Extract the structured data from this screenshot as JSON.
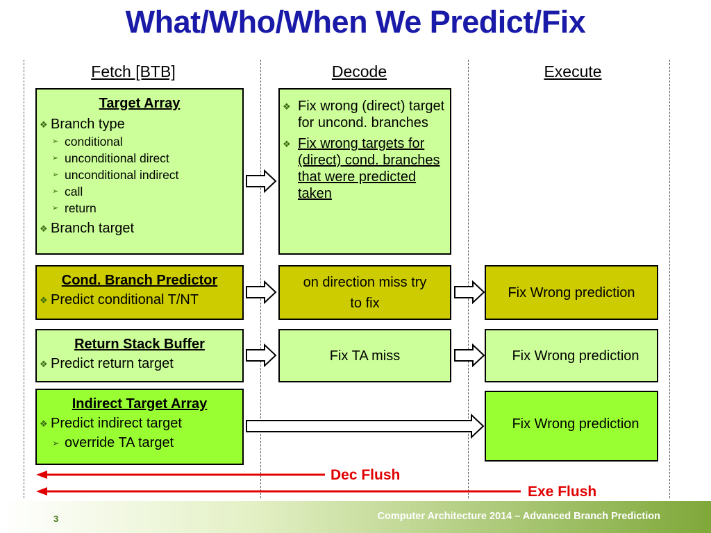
{
  "title": "What/Who/When We Predict/Fix",
  "columns": {
    "fetch": "Fetch [BTB]",
    "decode": "Decode",
    "execute": "Execute"
  },
  "target_array": {
    "title": "Target Array",
    "items": [
      {
        "label": "Branch type",
        "sub": [
          "conditional",
          "unconditional direct",
          "unconditional indirect",
          "call",
          "return"
        ]
      },
      {
        "label": "Branch target"
      }
    ]
  },
  "decode_target": {
    "items": [
      "Fix wrong (direct) target for uncond. branches",
      "Fix wrong targets for (direct) cond. branches that were predicted taken"
    ]
  },
  "cond_predictor": {
    "title": "Cond. Branch Predictor",
    "item": "Predict conditional T/NT"
  },
  "decode_cond": "on direction miss try to fix",
  "execute_cond": "Fix Wrong prediction",
  "rsb": {
    "title": "Return Stack Buffer",
    "item": "Predict return target"
  },
  "decode_rsb": "Fix TA miss",
  "execute_rsb": "Fix Wrong prediction",
  "ita": {
    "title": "Indirect Target Array",
    "item": "Predict indirect target",
    "sub": "override TA target"
  },
  "execute_ita": "Fix Wrong prediction",
  "dec_flush": "Dec Flush",
  "exe_flush": "Exe Flush",
  "footer": {
    "page": "3",
    "text": "Computer Architecture 2014 – Advanced Branch Prediction"
  },
  "colors": {
    "title": "#1a1aa8",
    "light_green": "#ccff99",
    "olive": "#cccc00",
    "bright_green": "#99ff33",
    "flush_red": "#e00000"
  },
  "icons": {
    "bullet_l1": "diamond-bullet-icon",
    "bullet_l2": "arrowhead-bullet-icon",
    "arrow": "hollow-right-arrow-icon"
  }
}
